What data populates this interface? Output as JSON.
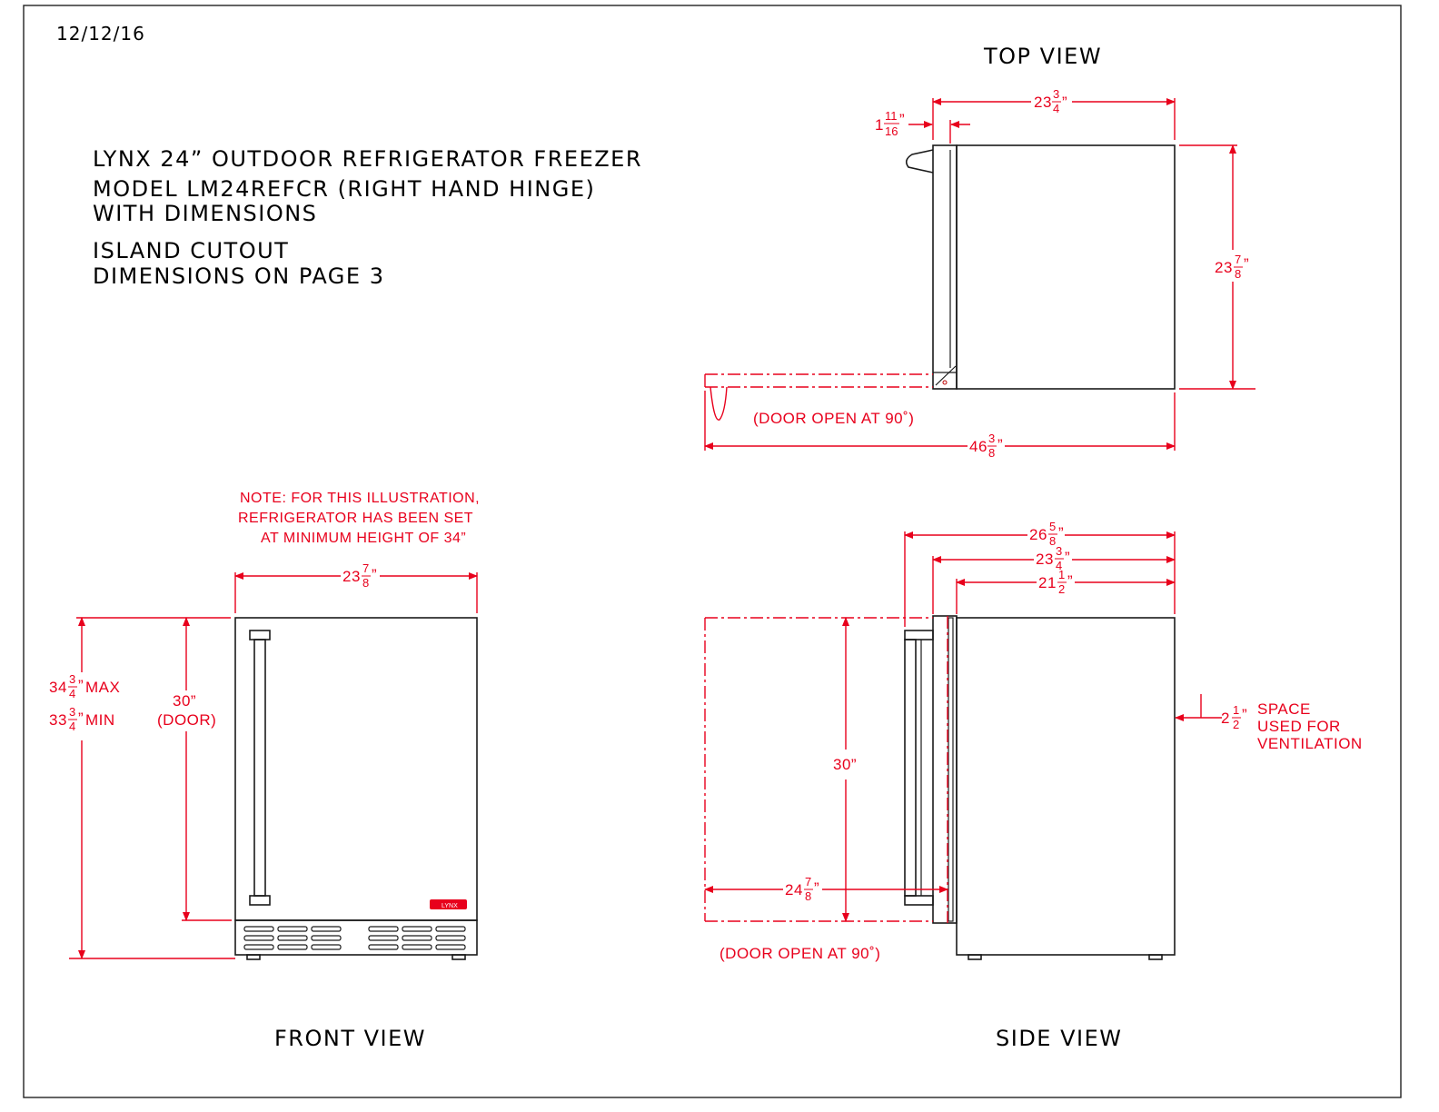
{
  "date": "12/12/16",
  "title": {
    "line1": "LYNX 24” OUTDOOR REFRIGERATOR FREEZER",
    "line2": "MODEL LM24REFCR  (RIGHT HAND HINGE)",
    "line3": "WITH DIMENSIONS",
    "line4": "ISLAND CUTOUT",
    "line5": "DIMENSIONS ON PAGE 3"
  },
  "note": {
    "line1": "NOTE: FOR THIS ILLUSTRATION,",
    "line2": "REFRIGERATOR HAS BEEN SET",
    "line3": "AT MINIMUM HEIGHT OF 34”"
  },
  "views": {
    "top": "TOP VIEW",
    "front": "FRONT VIEW",
    "side": "SIDE VIEW"
  },
  "top_view": {
    "width_whole": "23",
    "width_num": "3",
    "width_den": "4",
    "handle_whole": "1",
    "handle_num": "11",
    "handle_den": "16",
    "depth_whole": "23",
    "depth_num": "7",
    "depth_den": "8",
    "door_open_note": "(DOOR OPEN AT 90˚)",
    "open_whole": "46",
    "open_num": "3",
    "open_den": "8"
  },
  "front_view": {
    "width_whole": "23",
    "width_num": "7",
    "width_den": "8",
    "max_whole": "34",
    "max_num": "3",
    "max_den": "4",
    "max_suffix": "MAX",
    "min_whole": "33",
    "min_num": "3",
    "min_den": "4",
    "min_suffix": "MIN",
    "door_height": "30”",
    "door_label": "(DOOR)",
    "logo_text": "LYNX"
  },
  "side_view": {
    "d1_whole": "26",
    "d1_num": "5",
    "d1_den": "8",
    "d2_whole": "23",
    "d2_num": "3",
    "d2_den": "4",
    "d3_whole": "21",
    "d3_num": "1",
    "d3_den": "2",
    "door_height": "30”",
    "open_whole": "24",
    "open_num": "7",
    "open_den": "8",
    "door_open_note": "(DOOR OPEN AT 90˚)",
    "vent_whole": "2",
    "vent_num": "1",
    "vent_den": "2",
    "vent_line1": "SPACE",
    "vent_line2": "USED FOR",
    "vent_line3": "VENTILATION"
  }
}
